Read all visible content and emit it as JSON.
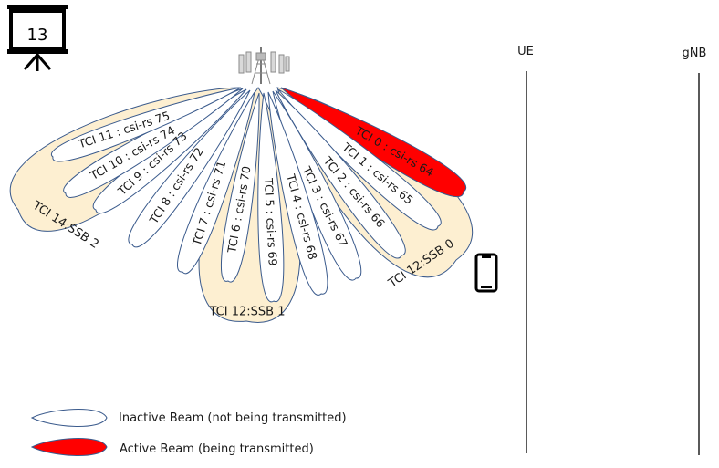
{
  "slide_number": "13",
  "colors": {
    "ssb_fill": "#fdefd1",
    "beam_stroke": "#3a5a8c",
    "inactive_fill": "#ffffff",
    "active_fill": "#ff0000"
  },
  "icons": [
    "projector-screen-icon",
    "cell-tower-icon",
    "phone-icon"
  ],
  "ssb_beams": [
    {
      "label": "TCI 14:SSB 2"
    },
    {
      "label": "TCI 12:SSB 1"
    },
    {
      "label": "TCI 12:SSB 0"
    }
  ],
  "csi_beams": [
    {
      "label": "TCI 0 : csi-rs 64",
      "active": true
    },
    {
      "label": "TCI 1 : csi-rs 65",
      "active": false
    },
    {
      "label": "TCI 2 : csi-rs 66",
      "active": false
    },
    {
      "label": "TCI 3 : csi-rs 67",
      "active": false
    },
    {
      "label": "TCI 4 : csi-rs 68",
      "active": false
    },
    {
      "label": "TCI 5 : csi-rs 69",
      "active": false
    },
    {
      "label": "TCI 6 : csi-rs 70",
      "active": false
    },
    {
      "label": "TCI 7 : csi-rs 71",
      "active": false
    },
    {
      "label": "TCI 8 : csi-rs 72",
      "active": false
    },
    {
      "label": "TCI 9 : csi-rs 73",
      "active": false
    },
    {
      "label": "TCI 10 : csi-rs 74",
      "active": false
    },
    {
      "label": "TCI 11 : csi-rs 75",
      "active": false
    }
  ],
  "sequence": {
    "ue_label": "UE",
    "gnb_label": "gNB"
  },
  "legend": {
    "inactive": "Inactive Beam (not being  transmitted)",
    "active": "Active Beam (being  transmitted)"
  }
}
